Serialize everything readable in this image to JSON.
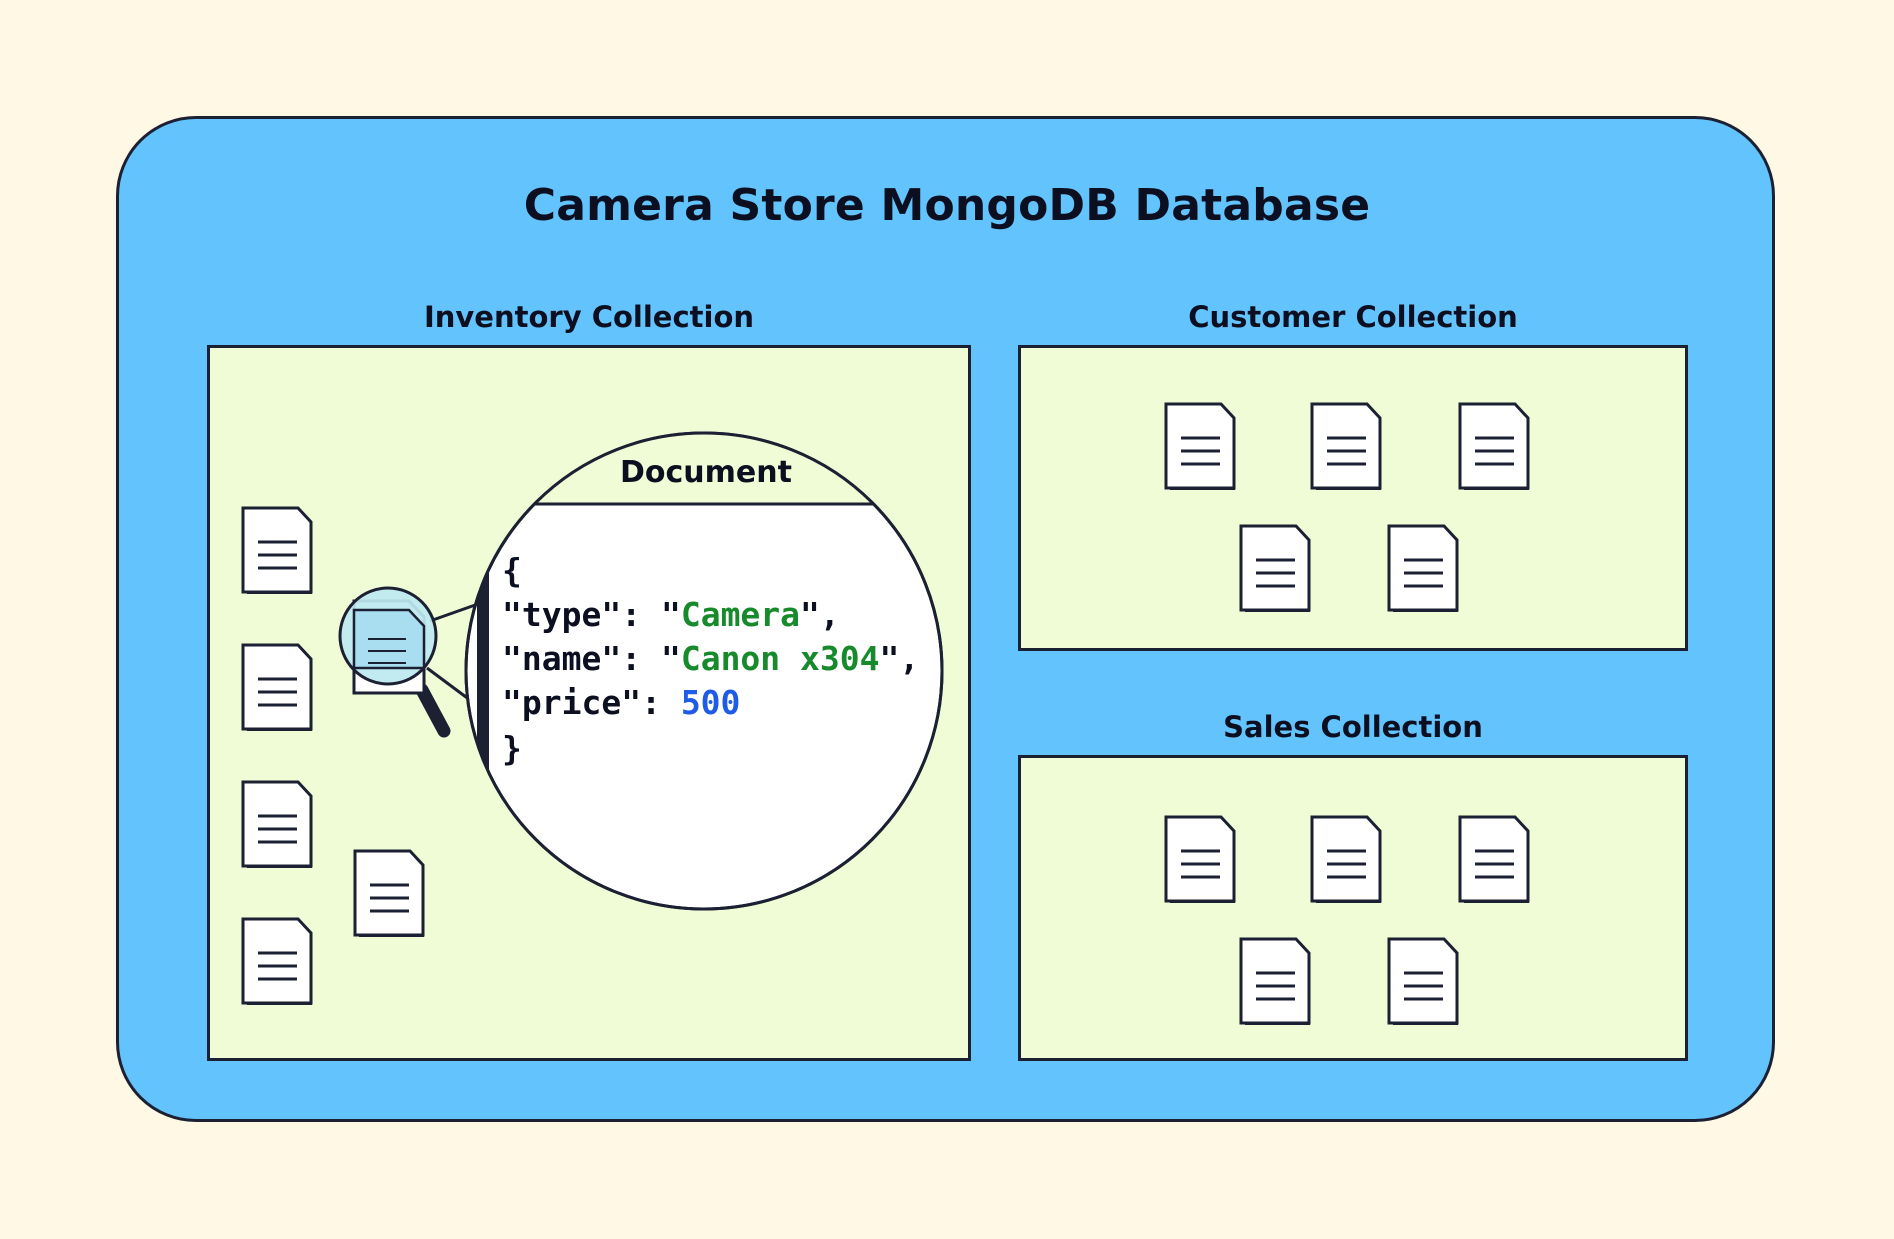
{
  "database": {
    "title": "Camera Store MongoDB Database"
  },
  "collections": {
    "inventory": {
      "title": "Inventory Collection"
    },
    "customer": {
      "title": "Customer Collection"
    },
    "sales": {
      "title": "Sales Collection"
    }
  },
  "document_view": {
    "title": "Document",
    "open_brace": "{",
    "close_brace": "}",
    "fields": [
      {
        "key": "\"type\"",
        "value": "Camera",
        "kind": "string",
        "trailing": ","
      },
      {
        "key": "\"name\"",
        "value": "Canon x304",
        "kind": "string",
        "trailing": ","
      },
      {
        "key": "\"price\"",
        "value": "500",
        "kind": "number",
        "trailing": ""
      }
    ]
  },
  "colors": {
    "database_bg": "#63c3fd",
    "collection_bg": "#effcd6",
    "page_bg": "#fff8e5",
    "string_value": "#178a2c",
    "number_value": "#1e5be6",
    "magnifier_lens": "#bde9f0",
    "outline": "#1c2033"
  },
  "icons": {
    "document": "document-icon",
    "magnifier": "magnifier-icon"
  }
}
